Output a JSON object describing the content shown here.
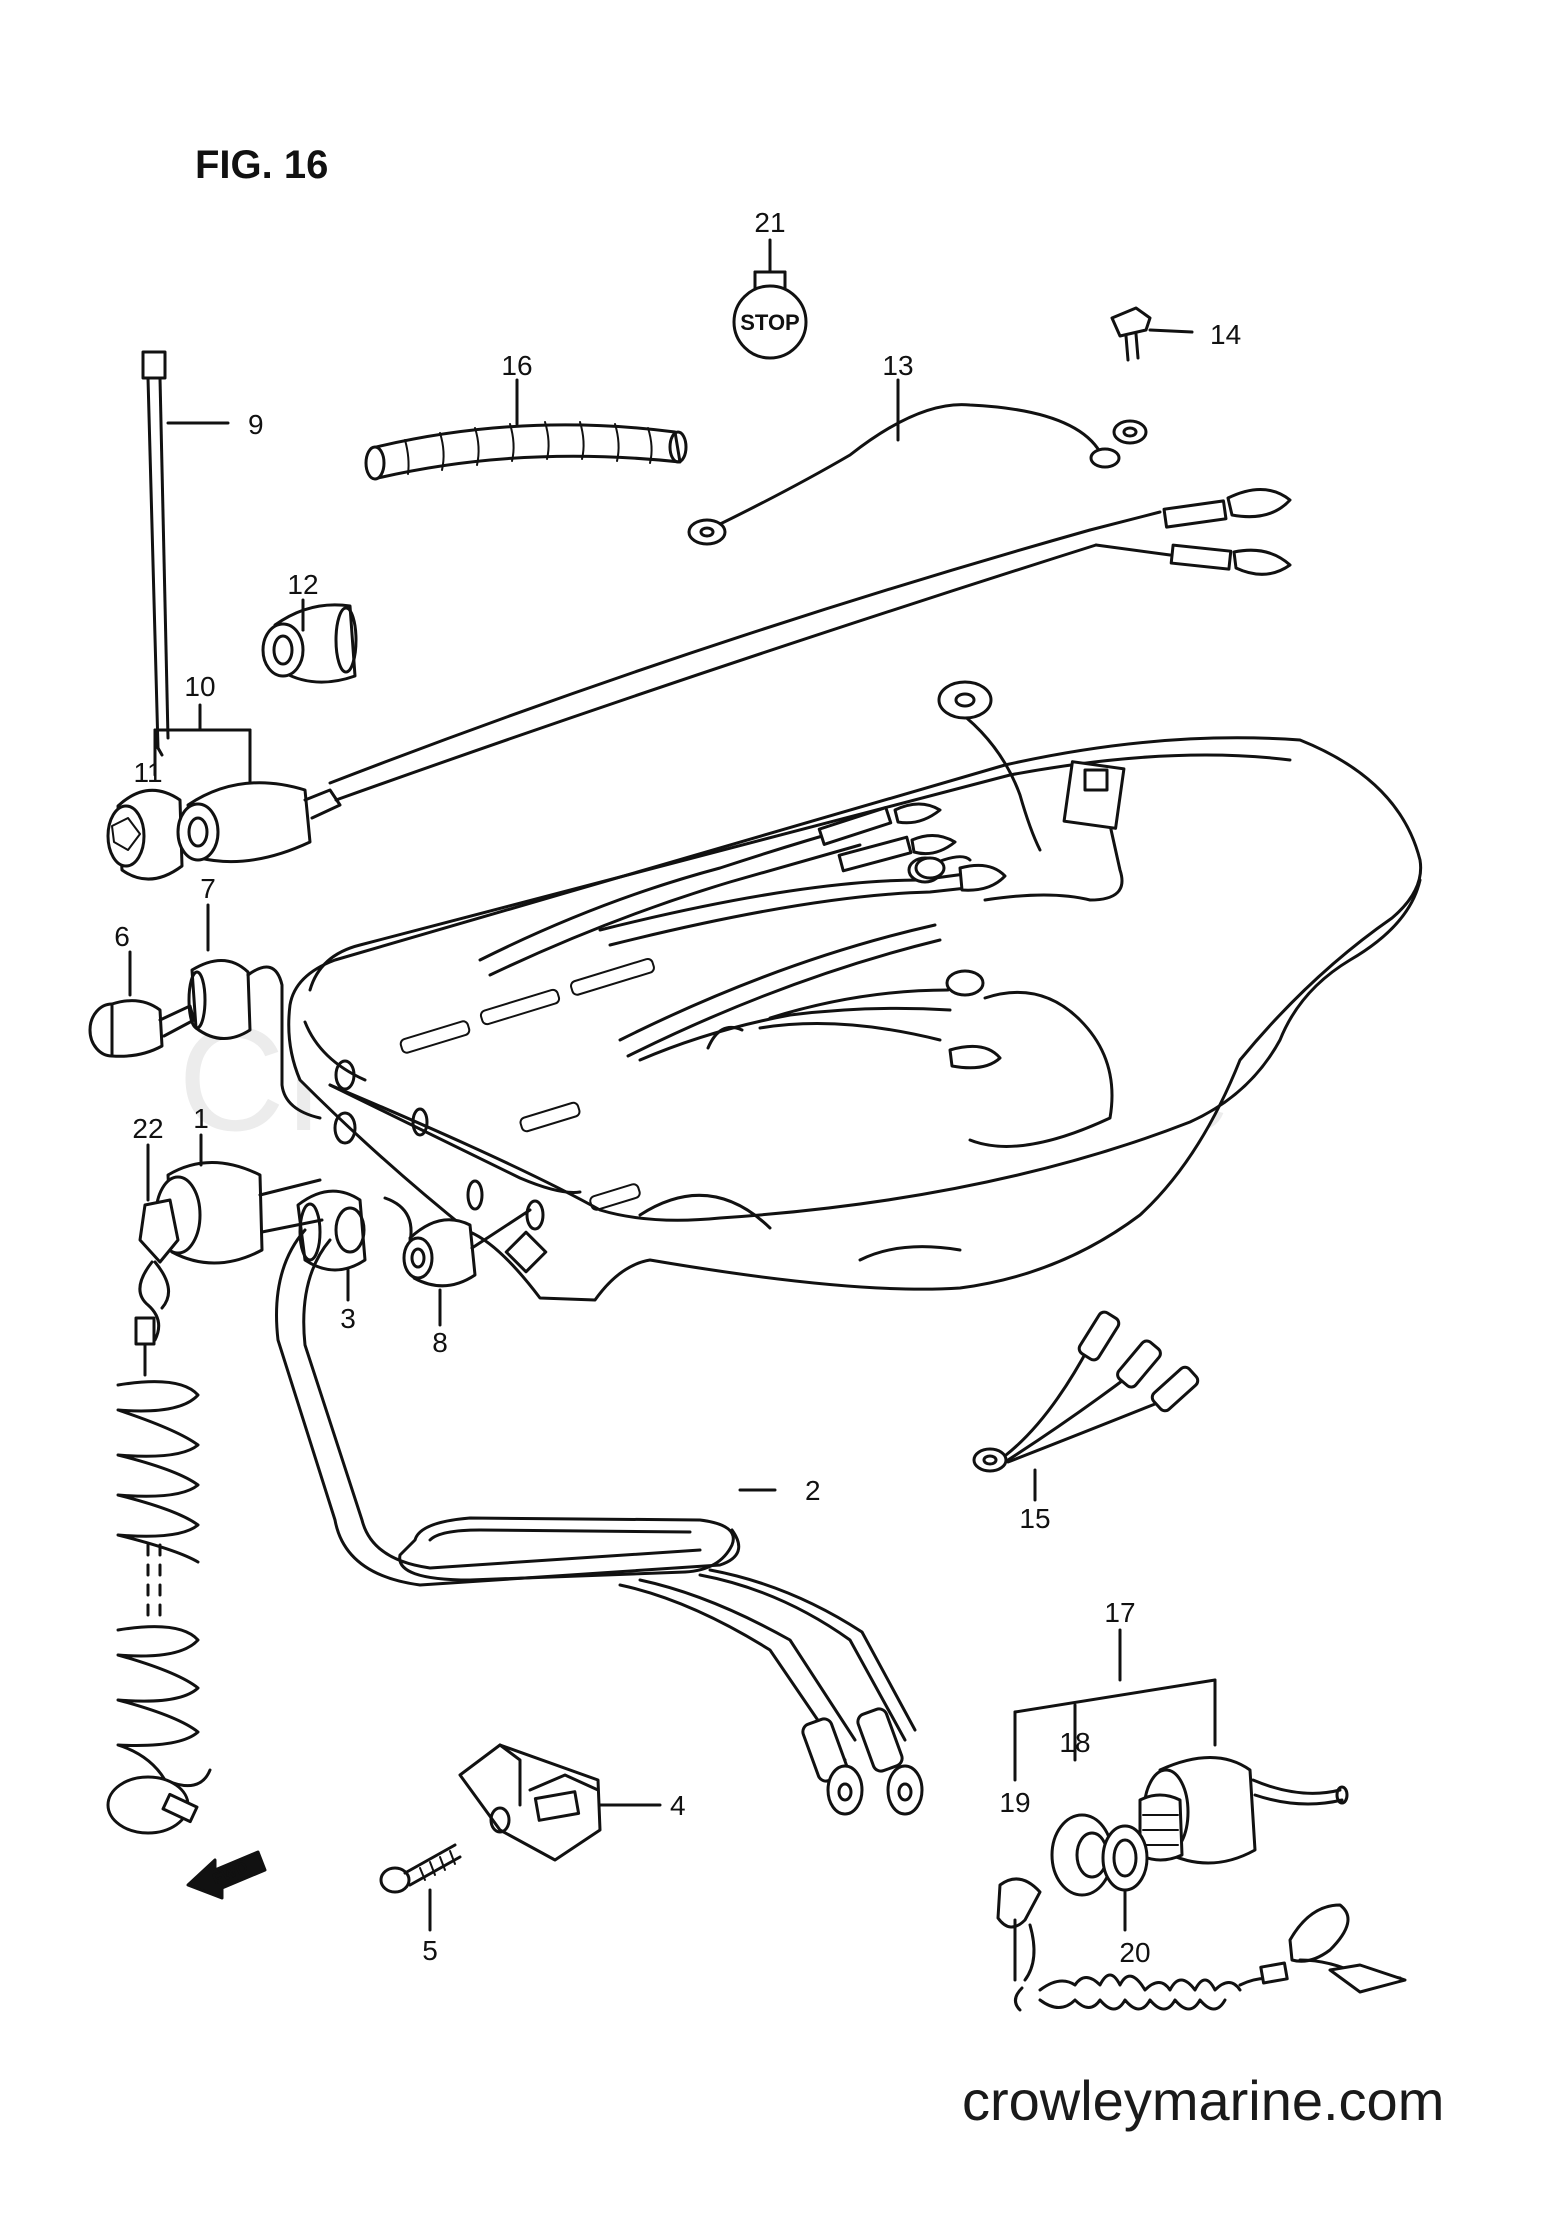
{
  "figure": {
    "title": "FIG. 16",
    "watermark": "Crowley Marine",
    "site": "crowleymarine.com"
  },
  "labels": {
    "stop": "STOP",
    "fwd": "FWD"
  },
  "callouts": [
    {
      "id": "c1",
      "text": "1"
    },
    {
      "id": "c2",
      "text": "2"
    },
    {
      "id": "c3",
      "text": "3"
    },
    {
      "id": "c4",
      "text": "4"
    },
    {
      "id": "c5",
      "text": "5"
    },
    {
      "id": "c6",
      "text": "6"
    },
    {
      "id": "c7",
      "text": "7"
    },
    {
      "id": "c8",
      "text": "8"
    },
    {
      "id": "c9",
      "text": "9"
    },
    {
      "id": "c10",
      "text": "10"
    },
    {
      "id": "c11",
      "text": "11"
    },
    {
      "id": "c12",
      "text": "12"
    },
    {
      "id": "c13",
      "text": "13"
    },
    {
      "id": "c14",
      "text": "14"
    },
    {
      "id": "c15",
      "text": "15"
    },
    {
      "id": "c16",
      "text": "16"
    },
    {
      "id": "c17",
      "text": "17"
    },
    {
      "id": "c18",
      "text": "18"
    },
    {
      "id": "c19",
      "text": "19"
    },
    {
      "id": "c20",
      "text": "20"
    },
    {
      "id": "c21",
      "text": "21"
    },
    {
      "id": "c22",
      "text": "22"
    }
  ]
}
